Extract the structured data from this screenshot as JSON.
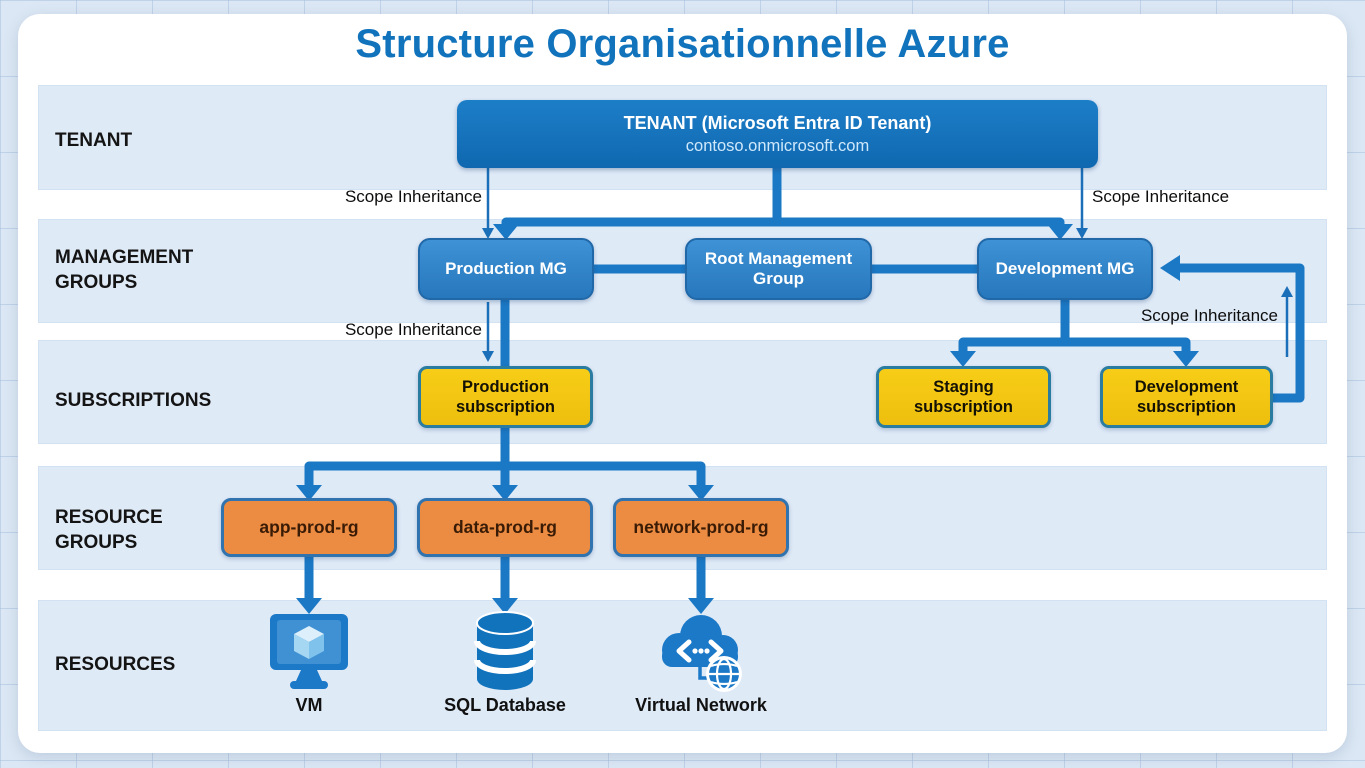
{
  "title": "Structure Organisationnelle Azure",
  "rows": [
    {
      "label": "TENANT"
    },
    {
      "label": "MANAGEMENT GROUPS"
    },
    {
      "label": "SUBSCRIPTIONS"
    },
    {
      "label": "RESOURCE GROUPS"
    },
    {
      "label": "RESOURCES"
    }
  ],
  "tenant": {
    "title": "TENANT (Microsoft Entra ID Tenant)",
    "subtitle": "contoso.onmicrosoft.com"
  },
  "management_groups": {
    "production": "Production MG",
    "root": "Root Management Group",
    "development": "Development MG"
  },
  "subscriptions": {
    "production": "Production subscription",
    "staging": "Staging subscription",
    "development": "Development subscription"
  },
  "resource_groups": {
    "app": "app-prod-rg",
    "data": "data-prod-rg",
    "network": "network-prod-rg"
  },
  "resources": [
    {
      "name": "vm",
      "label": "VM"
    },
    {
      "name": "sql-database",
      "label": "SQL Database"
    },
    {
      "name": "virtual-network",
      "label": "Virtual Network"
    }
  ],
  "annotations": {
    "scope_inheritance": "Scope Inheritance"
  },
  "colors": {
    "title_blue": "#1173bc",
    "band_blue": "#dfeaf7",
    "connector_blue": "#1b78c4",
    "tenant_fill": "#1273bd",
    "management_group_fill": "#2f84ca",
    "subscription_fill": "#f3c513",
    "subscription_border": "#2a7ca0",
    "resource_group_fill": "#ec8b42",
    "resource_group_border": "#3073ae",
    "outer_background": "#dbe7f4"
  }
}
